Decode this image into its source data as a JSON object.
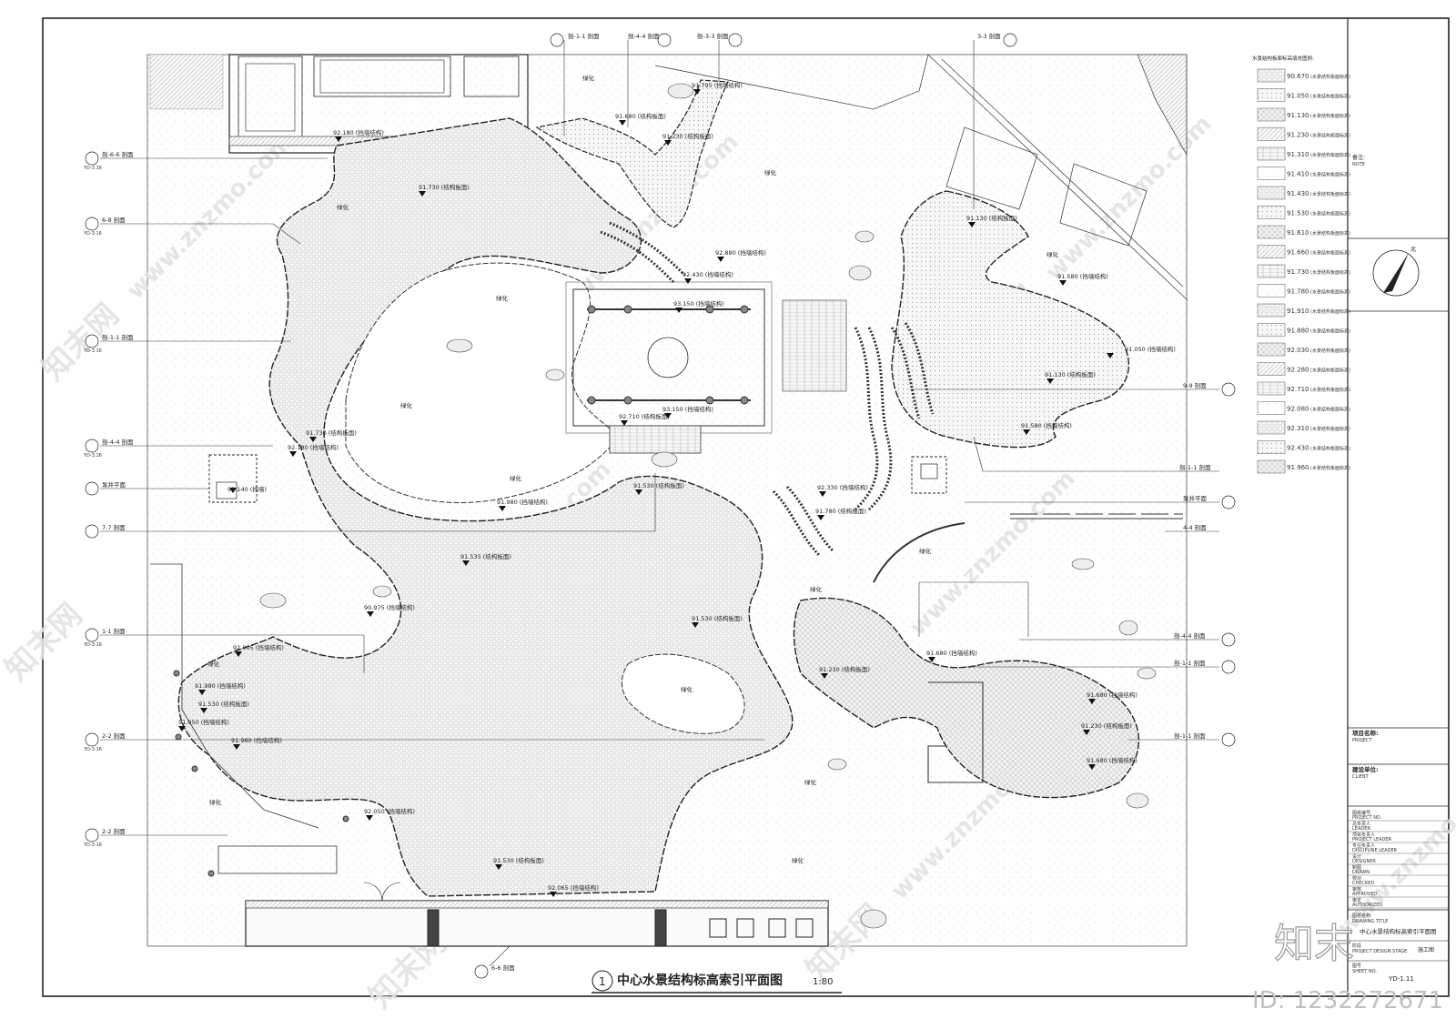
{
  "drawing": {
    "title": "中心水景结构标高索引平面图",
    "scale": "1:80",
    "number": "1"
  },
  "sections": {
    "s11_top": "剖-1-1 剖面",
    "s44_top": "剖-4-4 剖面",
    "s33_top": "剖-3-3 剖面",
    "s33_right": "3-3 剖面",
    "s66_left": "剖-6-6 剖面",
    "s88_left": "6-8 剖面",
    "s11_left": "剖-1-1 剖面",
    "s44_left": "剖-4-4 剖面",
    "pump_left": "泵井平面",
    "s77_left": "7-7 剖面",
    "s11_left2": "1-1 剖面",
    "s22_left": "2-2 剖面",
    "s22_left2": "2-2 剖面",
    "s66_bottom": "6-6 剖面",
    "s99_right": "9-9 剖面",
    "s11_right": "剖-1-1 剖面",
    "pump_right": "泵井平面",
    "s44_right": "4-4 剖面",
    "s44_right2": "剖-4-4 剖面",
    "s11_right2": "剖-1-1 剖面",
    "s11_right3": "剖-1-1 剖面",
    "ref_code": "YD-3.16"
  },
  "elevations": {
    "e1": "92.180 (挡墙结构)",
    "e2": "91.730 (结构板面)",
    "e3": "91.795 (挡墙结构)",
    "e4": "91.680 (结构板面)",
    "e5": "91.230 (结构板面)",
    "e6": "92.880 (挡墙结构)",
    "e7": "92.430 (挡墙结构)",
    "e8": "93.150 (挡墙结构)",
    "e9": "92.710 (结构板面)",
    "e10": "93.150 (挡墙结构)",
    "e11": "91.530 (结构板面)",
    "e12": "91.980 (挡墙结构)",
    "e13": "92.180 (挡墙结构)",
    "e14": "91.730 (结构板面)",
    "e15": "92.140 (挡墙)",
    "e16": "91.535 (结构板面)",
    "e17": "91.530 (结构板面)",
    "e18": "92.005 (挡墙结构)",
    "e19": "91.980 (挡墙结构)",
    "e20": "91.050 (挡墙结构)",
    "e21": "91.530 (结构板面)",
    "e22": "91.980 (挡墙结构)",
    "e23": "90.975 (挡墙结构)",
    "e24": "92.050 (挡墙结构)",
    "e25": "91.530 (结构板面)",
    "e26": "92.065 (挡墙结构)",
    "e27": "91.130 (结构板面)",
    "e28": "91.580 (挡墙结构)",
    "e29": "91.050 (挡墙结构)",
    "e30": "91.130 (结构板面)",
    "e31": "91.580 (挡墙结构)",
    "e32": "92.330 (挡墙结构)",
    "e33": "91.780 (结构板面)",
    "e34": "91.230 (结构板面)",
    "e35": "91.680 (挡墙结构)",
    "e36": "91.680 (挡墙结构)",
    "e37": "91.230 (结构板面)",
    "e38": "91.680 (挡墙结构)"
  },
  "labels": {
    "green": "绿化",
    "green_alt": "绿化"
  },
  "legend": {
    "title": "水景结构板面标高填充图例:",
    "items": [
      {
        "value": "90.670",
        "desc": "(水景结构板面标高)"
      },
      {
        "value": "91.050",
        "desc": "(水景结构板面标高)"
      },
      {
        "value": "91.130",
        "desc": "(水景结构板面标高)"
      },
      {
        "value": "91.230",
        "desc": "(水景结构板面标高)"
      },
      {
        "value": "91.310",
        "desc": "(水景结构板面标高)"
      },
      {
        "value": "91.410",
        "desc": "(水景结构板面标高)"
      },
      {
        "value": "91.430",
        "desc": "(水景结构板面标高)"
      },
      {
        "value": "91.530",
        "desc": "(水景结构板面标高)"
      },
      {
        "value": "91.610",
        "desc": "(水景结构板面标高)"
      },
      {
        "value": "91.660",
        "desc": "(水景结构板面标高)"
      },
      {
        "value": "91.730",
        "desc": "(水景结构板面标高)"
      },
      {
        "value": "91.780",
        "desc": "(水景结构板面标高)"
      },
      {
        "value": "91.910",
        "desc": "(水景结构板面标高)"
      },
      {
        "value": "91.880",
        "desc": "(水景结构板面标高)"
      },
      {
        "value": "92.030",
        "desc": "(水景结构板面标高)"
      },
      {
        "value": "92.280",
        "desc": "(水景结构板面标高)"
      },
      {
        "value": "92.710",
        "desc": "(水景结构板面标高)"
      },
      {
        "value": "92.080",
        "desc": "(水景结构板面标高)"
      },
      {
        "value": "92.310",
        "desc": "(水景结构板面标高)"
      },
      {
        "value": "92.430",
        "desc": "(水景结构板面标高)"
      },
      {
        "value": "91.960",
        "desc": "(水景结构板面标高)"
      }
    ]
  },
  "titleblock": {
    "note_cn": "备注:",
    "note_en": "NOTE",
    "north": "北",
    "project_name_cn": "项目名称:",
    "project_name_en": "PROJECT",
    "client_cn": "建设单位:",
    "client_en": "CLIENT",
    "rows": [
      {
        "cn": "图纸编号:",
        "en": "PROJECT NO."
      },
      {
        "cn": "总负责人",
        "en": "LEADER"
      },
      {
        "cn": "项目负责人",
        "en": "PROJECT LEADER"
      },
      {
        "cn": "专业负责人",
        "en": "DISCIPLINE LEADER"
      },
      {
        "cn": "设计",
        "en": "DESIGNER"
      },
      {
        "cn": "制图",
        "en": "DRAWN"
      },
      {
        "cn": "校对",
        "en": "CHECKED"
      },
      {
        "cn": "审核",
        "en": "APPROVED"
      },
      {
        "cn": "审定",
        "en": "AUTHORIZED"
      }
    ],
    "drawing_name_cn": "图纸名称:",
    "drawing_name_en": "DRAWING TITLE",
    "drawing_name": "中心水景结构标高索引平面图",
    "stage_cn": "阶段",
    "stage_en": "PROJECT DESIGN STAGE",
    "stage": "施工图",
    "sheet_no_cn": "图号",
    "sheet_no_en": "SHEET NO.",
    "sheet_no": "YD-1.11"
  },
  "watermark": {
    "brand": "知末网",
    "url": "www.znzmo.com",
    "logo": "知末",
    "id": "ID: 1232272671"
  }
}
